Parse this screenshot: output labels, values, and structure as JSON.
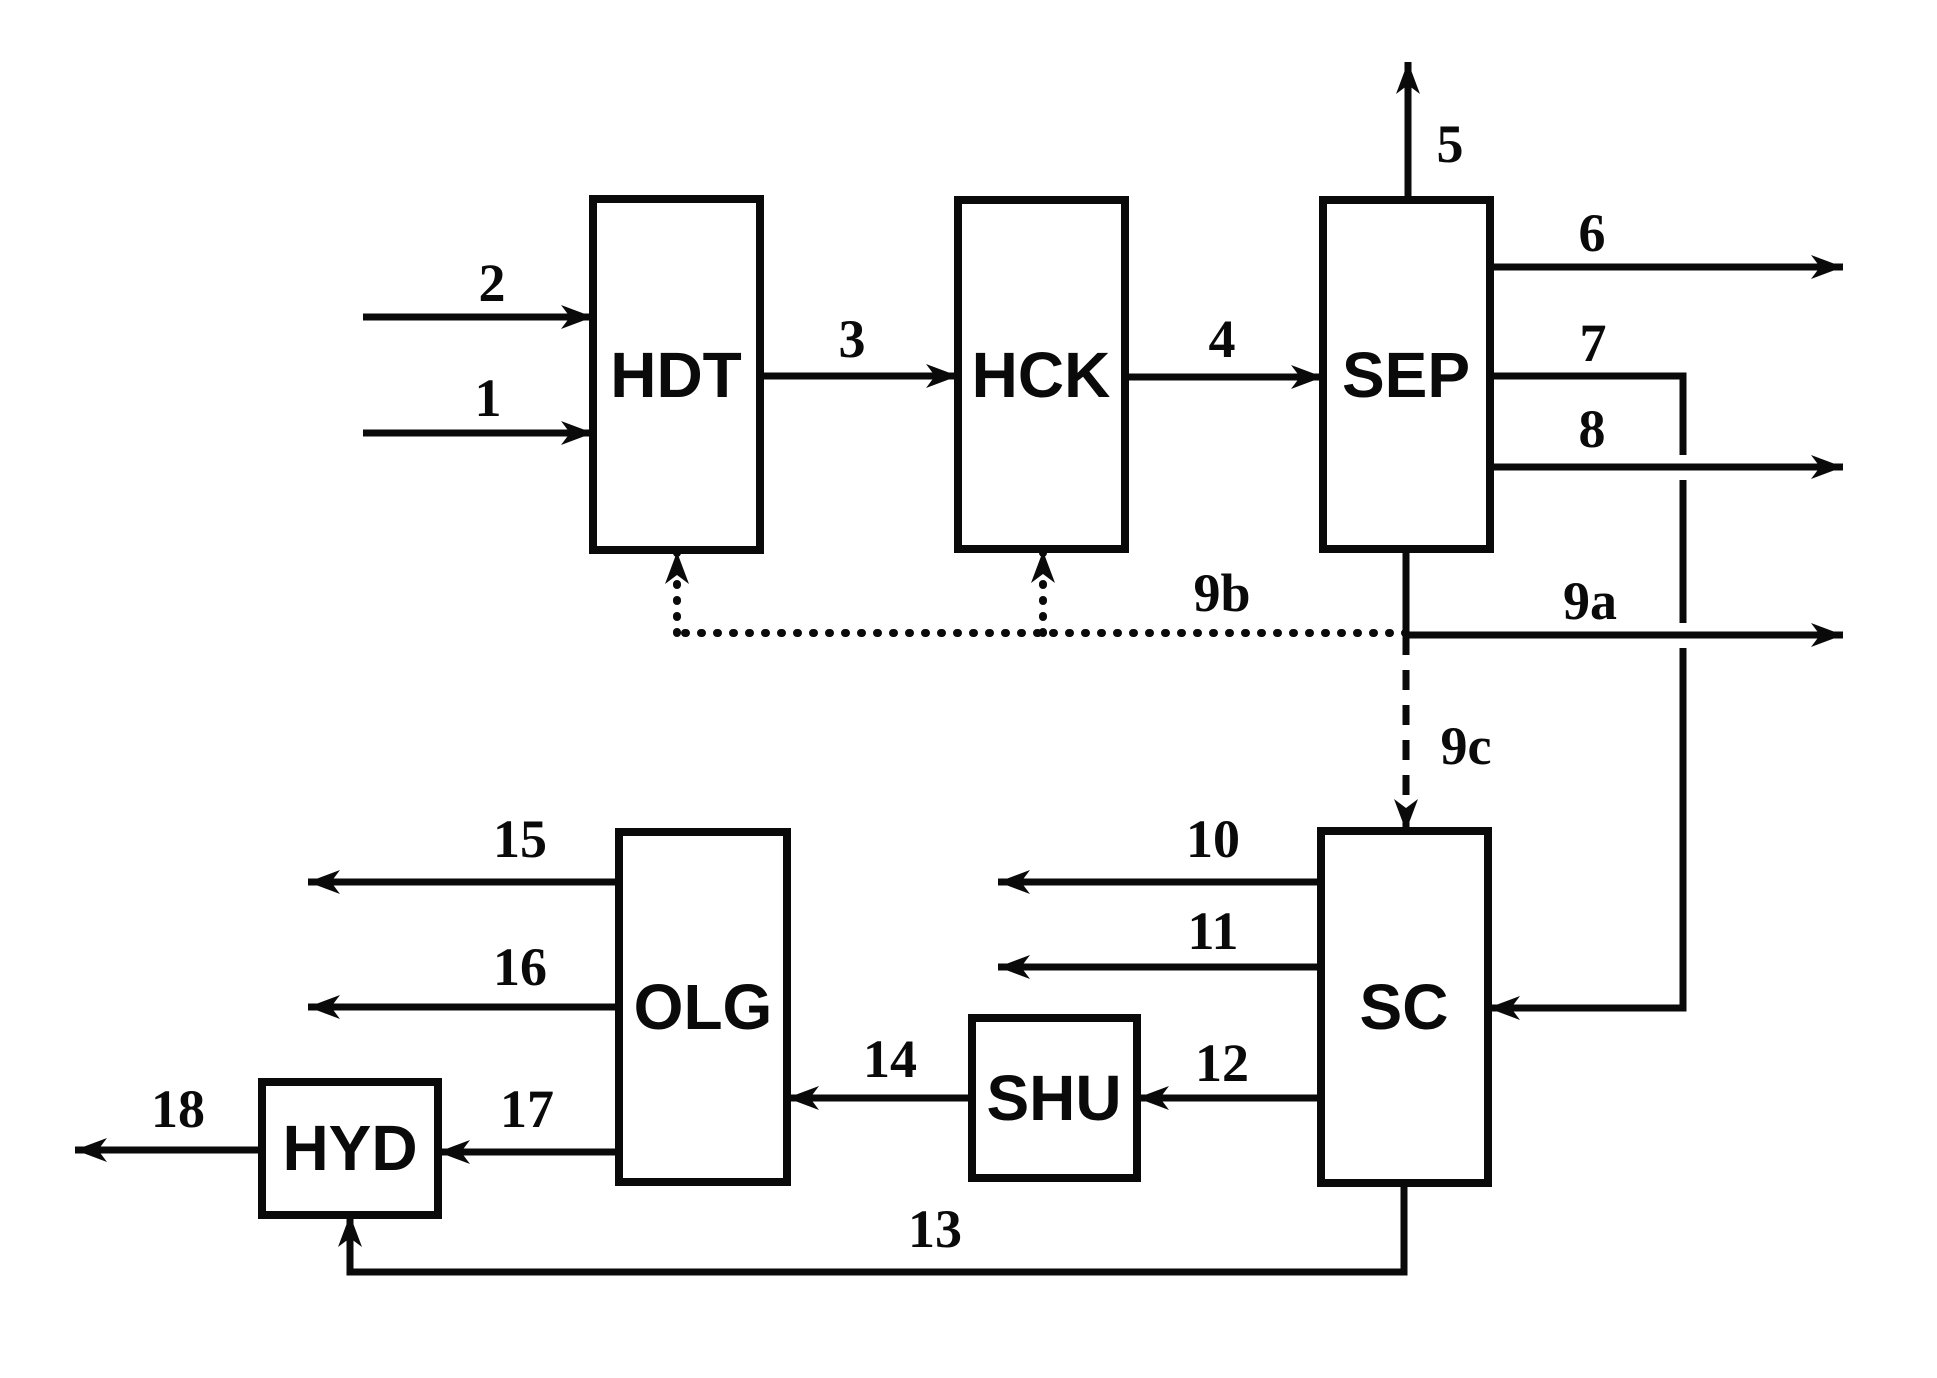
{
  "figure": {
    "type": "process-flow-diagram",
    "colors": {
      "ink": "#0a0a0a",
      "background": "#ffffff"
    },
    "units": [
      {
        "id": "hdt",
        "label": "HDT"
      },
      {
        "id": "hck",
        "label": "HCK"
      },
      {
        "id": "sep",
        "label": "SEP"
      },
      {
        "id": "olg",
        "label": "OLG"
      },
      {
        "id": "shu",
        "label": "SHU"
      },
      {
        "id": "sc",
        "label": "SC"
      },
      {
        "id": "hyd",
        "label": "HYD"
      }
    ],
    "streams": [
      {
        "id": "1",
        "label": "1"
      },
      {
        "id": "2",
        "label": "2"
      },
      {
        "id": "3",
        "label": "3"
      },
      {
        "id": "4",
        "label": "4"
      },
      {
        "id": "5",
        "label": "5"
      },
      {
        "id": "6",
        "label": "6"
      },
      {
        "id": "7",
        "label": "7"
      },
      {
        "id": "8",
        "label": "8"
      },
      {
        "id": "9a",
        "label": "9a"
      },
      {
        "id": "9b",
        "label": "9b"
      },
      {
        "id": "9c",
        "label": "9c"
      },
      {
        "id": "10",
        "label": "10"
      },
      {
        "id": "11",
        "label": "11"
      },
      {
        "id": "12",
        "label": "12"
      },
      {
        "id": "13",
        "label": "13"
      },
      {
        "id": "14",
        "label": "14"
      },
      {
        "id": "15",
        "label": "15"
      },
      {
        "id": "16",
        "label": "16"
      },
      {
        "id": "17",
        "label": "17"
      },
      {
        "id": "18",
        "label": "18"
      }
    ]
  }
}
